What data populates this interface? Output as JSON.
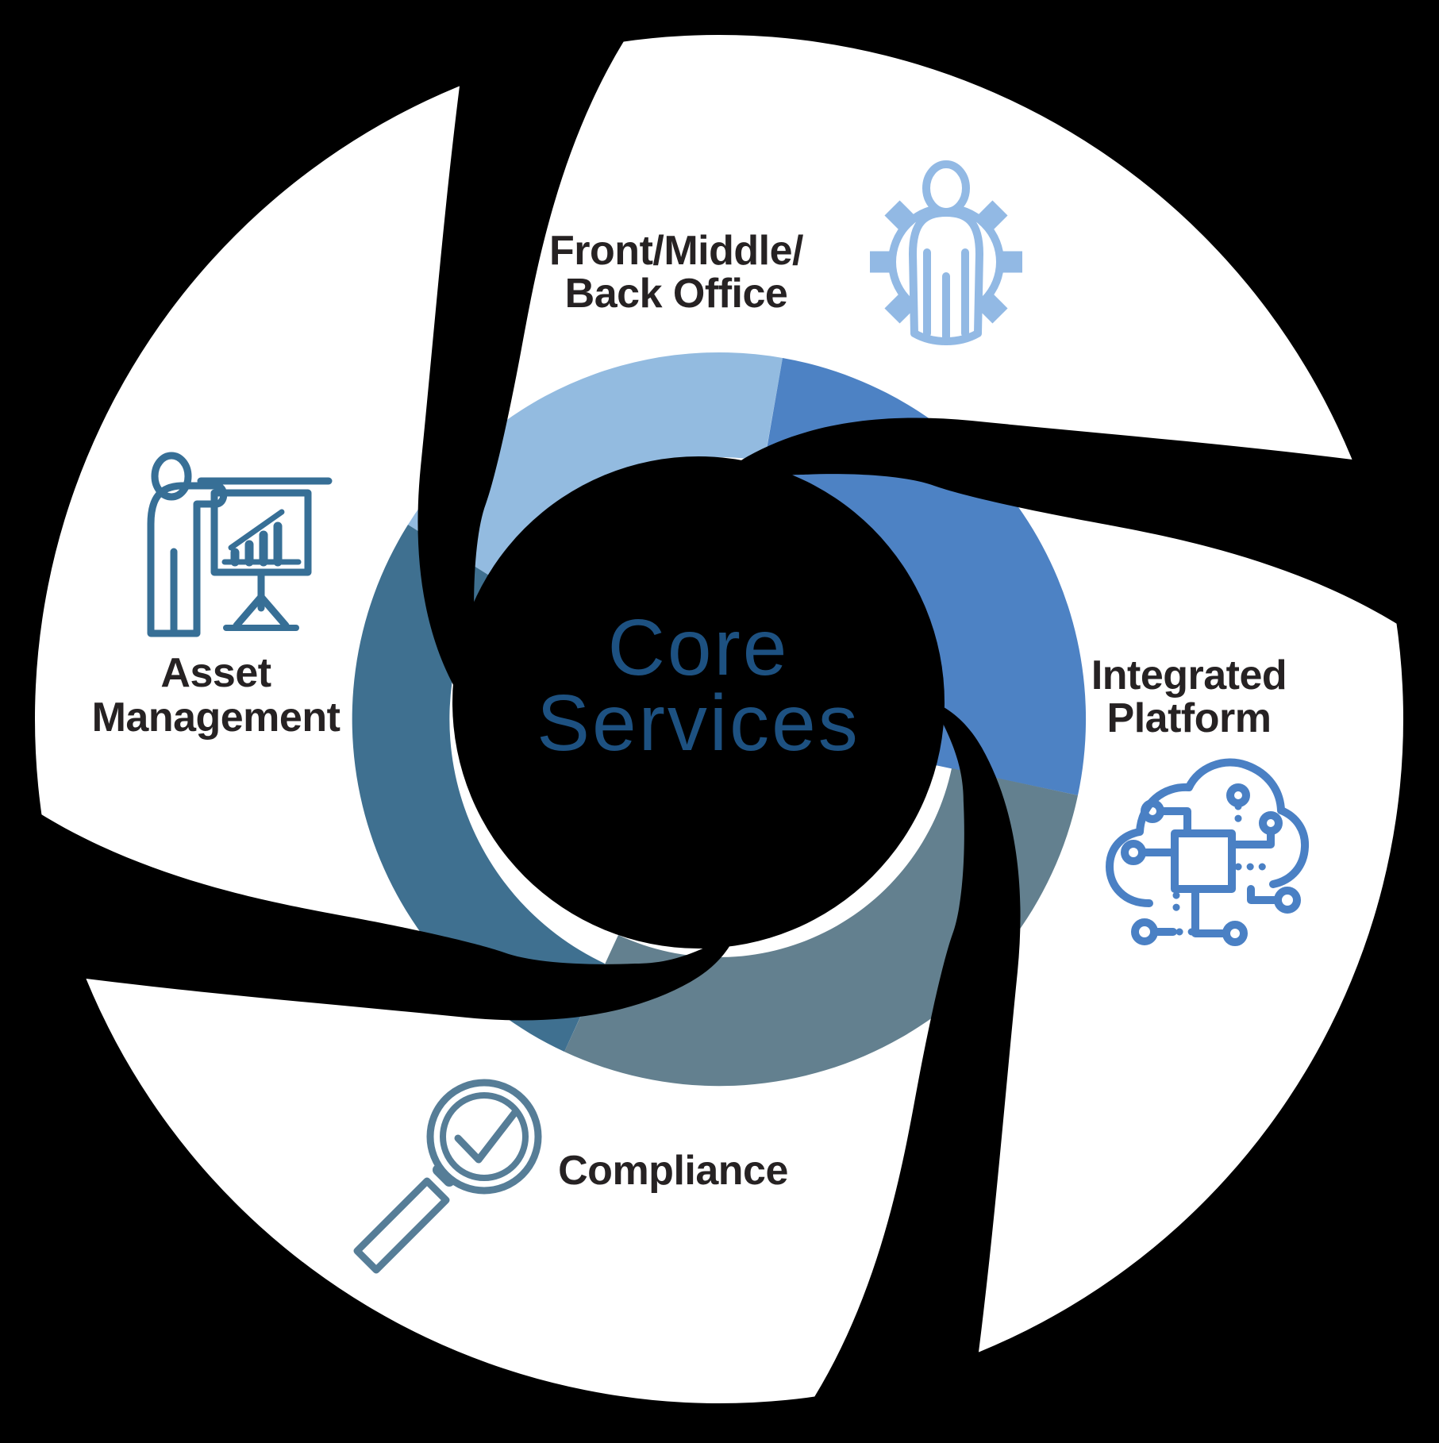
{
  "title": {
    "line1": "Core",
    "line2": "Services"
  },
  "segments": [
    {
      "name": "front-middle-back-office",
      "line1": "Front/Middle/",
      "line2": "Back Office",
      "icon": "person-in-gear-icon"
    },
    {
      "name": "integrated-platform",
      "line1": "Integrated",
      "line2": "Platform",
      "icon": "cloud-circuit-icon"
    },
    {
      "name": "compliance",
      "line1": "Compliance",
      "line2": "",
      "icon": "magnifier-check-icon"
    },
    {
      "name": "asset-management",
      "line1": "Asset",
      "line2": "Management",
      "icon": "person-presentation-icon"
    }
  ],
  "colors": {
    "background": "#000000",
    "segment_fill": "#ffffff",
    "vortex_black": "#000000",
    "ring_light_blue": "#93bbe0",
    "ring_medium_blue": "#4d82c4",
    "ring_gray_blue": "#63808f",
    "ring_steel_blue": "#3f7090",
    "label_text": "#262223",
    "center_text": "#1d5181",
    "icon_light_blue": "#92b9e4",
    "icon_medium_blue": "#4a80c4",
    "icon_gray_blue": "#567d97",
    "icon_steel_blue": "#376f96"
  }
}
